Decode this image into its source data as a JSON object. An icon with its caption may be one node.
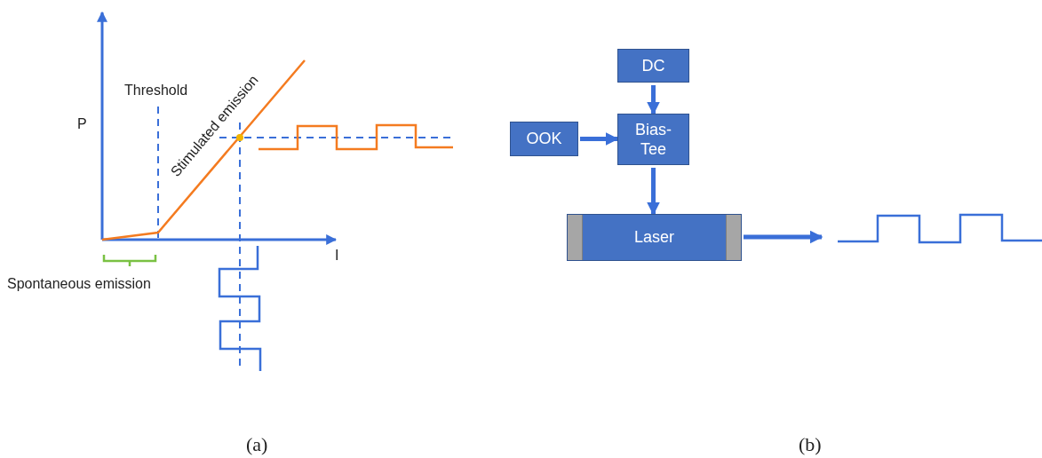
{
  "diagram": {
    "nodes": [
      {
        "text": [
          "DC"
        ]
      },
      {
        "text": [
          "OOK"
        ]
      },
      {
        "text": [
          "Bias- Tee"
        ]
      },
      {
        "text": [
          "Laser"
        ]
      },
      {
        "text": [],
        "shape": "picture"
      }
    ],
    "edges": [
      {
        "from": 0,
        "to": 2,
        "arrow": "to"
      },
      {
        "from": 1,
        "to": 2,
        "arrow": "to"
      },
      {
        "from": 2,
        "to": 3,
        "arrow": "to"
      },
      {
        "from": 3,
        "to": 4,
        "arrow": "to"
      }
    ],
    "labels": [
      "Threshold",
      "P",
      "Stimulated emission",
      "I",
      "Spontaneous emission",
      "(a)",
      "(b)"
    ]
  }
}
